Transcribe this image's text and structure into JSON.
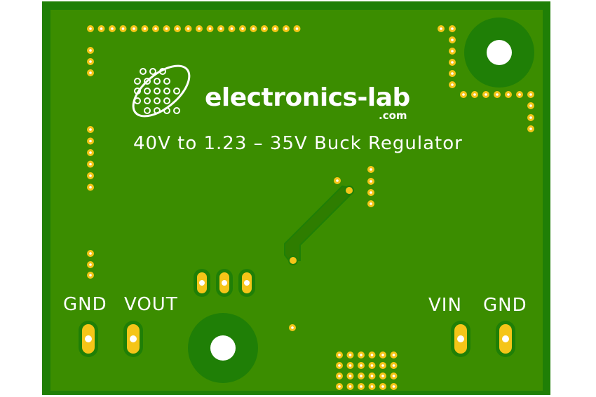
{
  "board": {
    "title": "40V to 1.23 – 35V Buck Regulator",
    "logo": {
      "name": "electronics-lab",
      "suffix": ".com"
    },
    "labels": {
      "gnd_left": "GND",
      "vout": "VOUT",
      "vin": "VIN",
      "gnd_right": "GND"
    }
  },
  "colors": {
    "background": "#ffffff",
    "board_edge": "#1f7f06",
    "board_fill": "#3b8d00",
    "copper_trace": "#2e7d00",
    "via": "#f5c518",
    "silkscreen": "#ffffff",
    "mounting_ring": "#1f7f06"
  }
}
